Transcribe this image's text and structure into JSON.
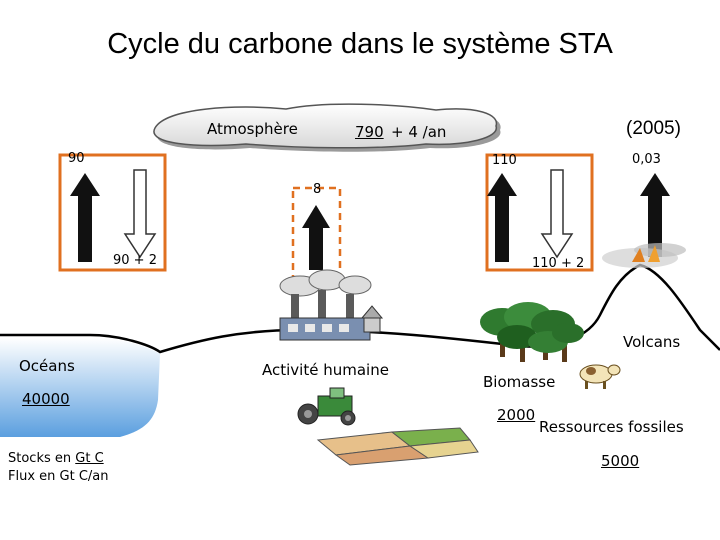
{
  "title": "Cycle du carbone dans le système STA",
  "atmosphere": {
    "label": "Atmosphère",
    "stock": "790",
    "rate": "+ 4 /an",
    "year": "(2005)"
  },
  "ocean": {
    "label": "Océans",
    "stock": "40000",
    "flux_up": "90",
    "flux_down": "90 + 2"
  },
  "biomass": {
    "label": "Biomasse",
    "stock": "2000",
    "flux_up": "110",
    "flux_down": "110 + 2"
  },
  "human": {
    "label": "Activité humaine",
    "flux_up": "8"
  },
  "volcano": {
    "label": "Volcans",
    "flux_up": "0,03"
  },
  "fossil": {
    "label": "Ressources fossiles",
    "stock": "5000"
  },
  "legend": {
    "stocks_prefix": "Stocks en ",
    "stocks_unit": "Gt C",
    "flux": "Flux en Gt C/an"
  },
  "colors": {
    "frame": "#e07020",
    "ocean": "#6aa8e0",
    "arrow": "#111111"
  }
}
